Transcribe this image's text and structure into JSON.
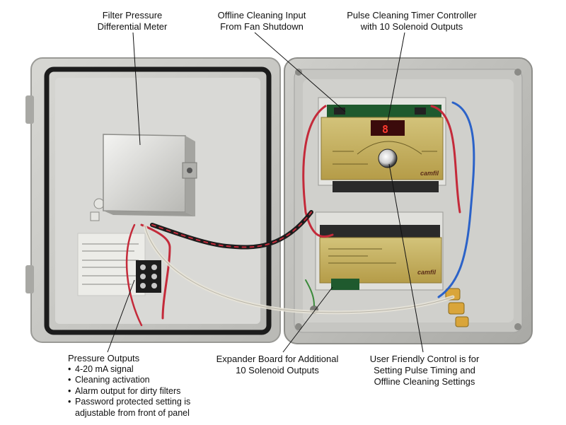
{
  "labels": {
    "filter_meter": [
      "Filter Pressure",
      "Differential Meter"
    ],
    "offline_input": [
      "Offline Cleaning Input",
      "From Fan Shutdown"
    ],
    "pulse_timer": [
      "Pulse Cleaning Timer Controller",
      "with 10 Solenoid Outputs"
    ],
    "expander_board": [
      "Expander Board for Additional",
      "10 Solenoid Outputs"
    ],
    "user_control": [
      "User Friendly Control is for",
      "Setting Pulse Timing and",
      "Offline Cleaning Settings"
    ],
    "pressure_outputs": {
      "title": "Pressure Outputs",
      "items": [
        "4-20 mA signal",
        "Cleaning activation",
        "Alarm output for dirty filters",
        "Password protected setting is"
      ],
      "continuation": "adjustable from front of panel"
    }
  },
  "panel": {
    "display_digit": "8",
    "brand_top": "camfil",
    "brand_bottom": "camfil"
  },
  "colors": {
    "enclosure": "#c9c9c6",
    "gasket": "#1c1c1c",
    "controller_gold": "#c8b460",
    "display_red": "#ff3b2f",
    "wire_red": "#c42a3a",
    "wire_blue": "#2b62c8",
    "brass": "#d9a53a"
  },
  "icons": [
    "knob-icon",
    "led-display-icon",
    "terminal-block-icon"
  ]
}
